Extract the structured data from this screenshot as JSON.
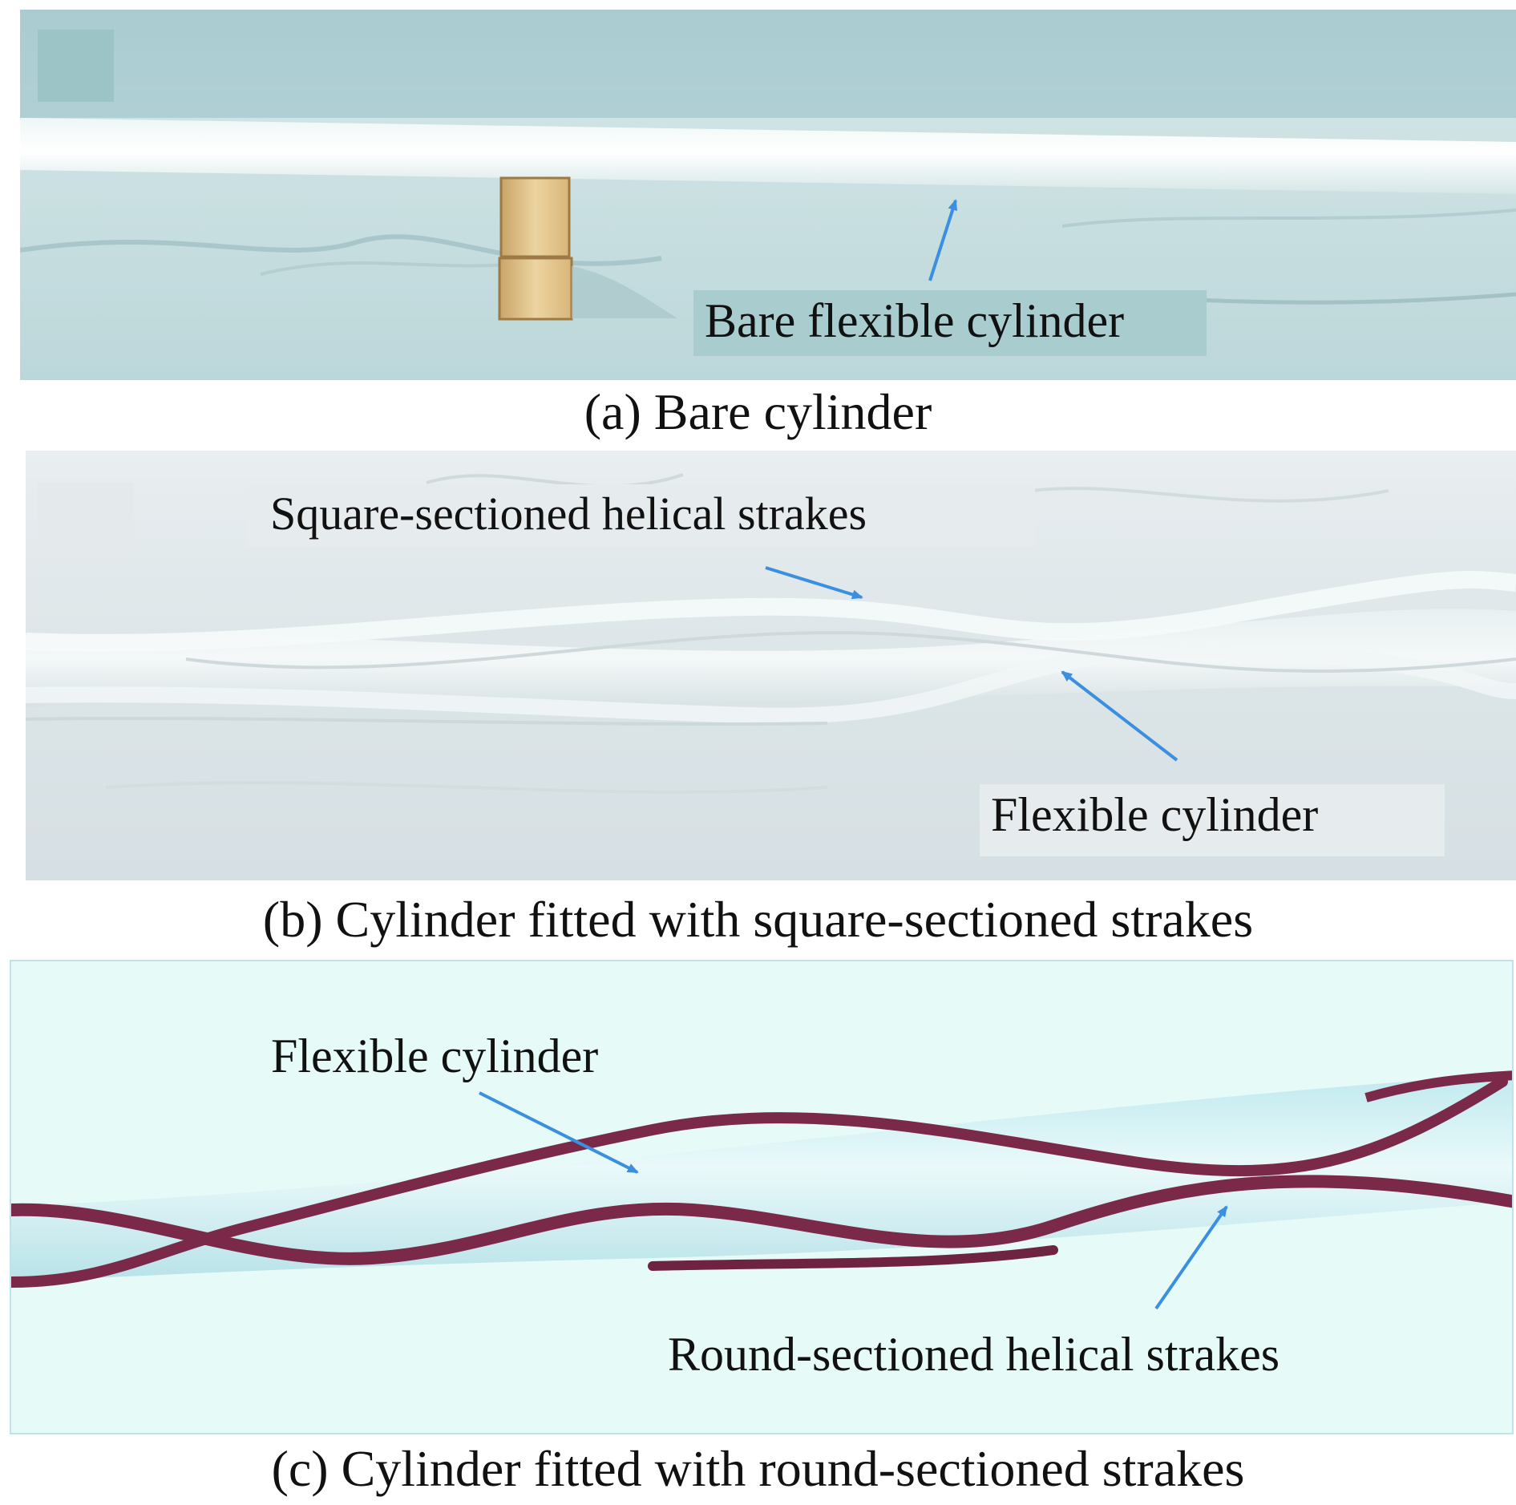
{
  "panels": {
    "a": {
      "caption": "(a) Bare cylinder",
      "labels": {
        "bare_cylinder": "Bare flexible cylinder"
      }
    },
    "b": {
      "caption": "(b) Cylinder fitted with square-sectioned strakes",
      "labels": {
        "square_strakes": "Square-sectioned helical strakes",
        "flexible_cylinder": "Flexible cylinder"
      }
    },
    "c": {
      "caption": "(c) Cylinder fitted with round-sectioned strakes",
      "labels": {
        "flexible_cylinder": "Flexible cylinder",
        "round_strakes": "Round-sectioned helical strakes"
      }
    }
  },
  "colors": {
    "arrow": "#3a8fe0",
    "panel_a_bg": "#c4dde0",
    "panel_a_label_box": "#a9cdcf",
    "panel_b_bg": "#dfe7ea",
    "panel_b_label_box": "#e6ecee",
    "panel_c_bg": "#e6fbf7",
    "strake_round": "#7a2a48"
  }
}
